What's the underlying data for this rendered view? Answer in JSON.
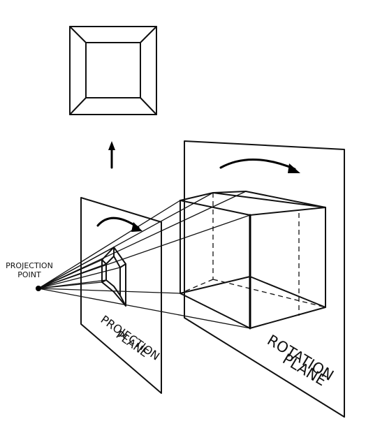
{
  "labels": {
    "projection_point_line1": "PROJECTION",
    "projection_point_line2": "POINT",
    "projection_plane_line1": "PROJECTION",
    "projection_plane_line2": "PLANE",
    "rotation_plane_line1": "ROTATION",
    "rotation_plane_line2": "PLANE"
  }
}
